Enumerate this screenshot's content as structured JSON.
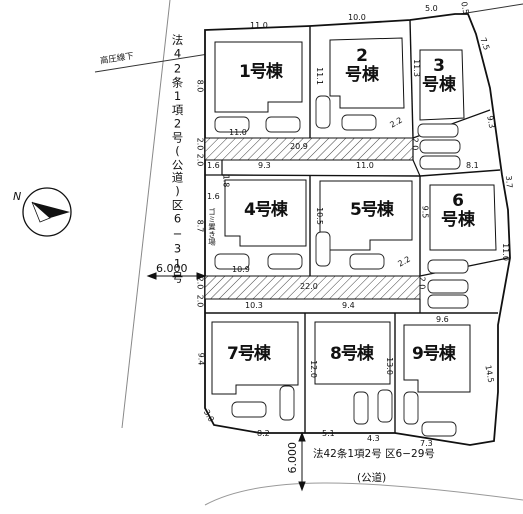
{
  "units": [
    {
      "num": "1",
      "suffix": "号棟"
    },
    {
      "num": "2",
      "suffix": "号棟"
    },
    {
      "num": "3",
      "suffix": "号棟"
    },
    {
      "num": "4",
      "suffix": "号棟"
    },
    {
      "num": "5",
      "suffix": "号棟"
    },
    {
      "num": "6",
      "suffix": "号棟"
    },
    {
      "num": "7",
      "suffix": "号棟"
    },
    {
      "num": "8",
      "suffix": "号棟"
    },
    {
      "num": "9",
      "suffix": "号棟"
    }
  ],
  "roads": {
    "west_road": "法42条1項2号(公道)区6−31号",
    "south_road_line1": "法42条1項2号 区6−29号",
    "south_road_line2": "(公道)",
    "west_width": "6.000",
    "south_width": "6.000"
  },
  "labels": {
    "power_line": "高圧線下",
    "garbage": "ゴミ置き場",
    "north": "N"
  },
  "dims": {
    "top_1": "11.0",
    "top_2": "10.0",
    "top_3": "5.0",
    "top_4": "0.5",
    "right_75": "7.5",
    "right_93": "9.3",
    "right_37": "3.7",
    "right_110": "11.0",
    "right_145": "14.5",
    "lot1_left": "8.0",
    "lot2_left": "11.1",
    "lot3_left": "11.3",
    "drive1_left": "2.0",
    "drive1_right": "2.0",
    "drive1_len1": "11.0",
    "drive1_len2": "20.9",
    "drive1_diag": "2.2",
    "drive1_bot_left": "2.0",
    "drive1_bot_1": "9.3",
    "drive1_bot_2": "11.0",
    "drive1_bot_right": "8.1",
    "gomi_w": "1.6",
    "gomi_h": "1.8",
    "gomi_w2": "1.6",
    "lot4_left": "8.7",
    "lot5_left": "10.5",
    "lot6_left": "9.5",
    "drive2_left": "2.0",
    "drive2_right": "2.0",
    "drive2_len1": "10.9",
    "drive2_len2": "22.0",
    "drive2_diag": "2.2",
    "drive2_bot_left": "2.0",
    "drive2_bot_1": "10.3",
    "drive2_bot_2": "9.4",
    "lot9_top": "9.6",
    "lot7_left": "9.4",
    "lot8_left": "12.0",
    "lot9_left": "13.0",
    "bot_30": "3.0",
    "bot_82": "8.2",
    "bot_51": "5.1",
    "bot_43": "4.3",
    "bot_73": "7.3"
  }
}
